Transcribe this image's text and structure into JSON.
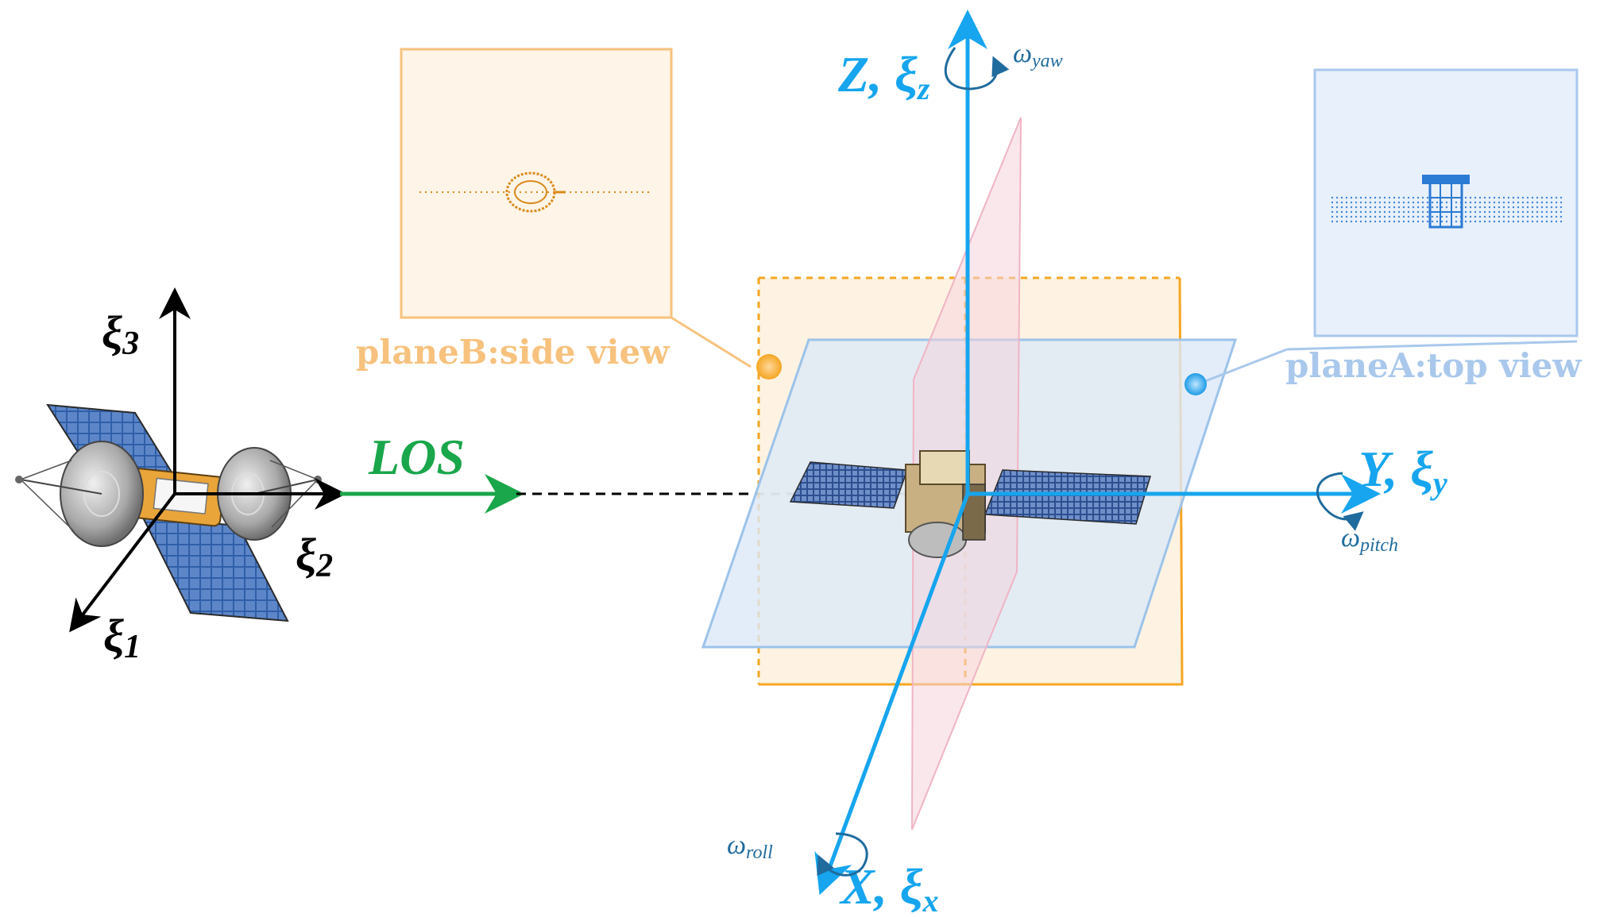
{
  "colors": {
    "axis_blue": "#16a5ee",
    "omega_blue": "#1f6b9e",
    "los_green": "#1aa64a",
    "plane_orange_stroke": "#f5a623",
    "plane_orange_fill": "#fdefd8",
    "plane_blue_stroke": "#9cc3ea",
    "plane_blue_fill": "#dce9f8",
    "plane_pink_fill": "#f4d3dd",
    "view_orange_stroke": "#f7c27e",
    "view_orange_fill": "#fef4e7",
    "view_blue_stroke": "#a9c8ec",
    "view_blue_fill": "#e8f0fb",
    "black": "#000000"
  },
  "left_frame": {
    "xi3": {
      "base": "ξ",
      "sub": "3"
    },
    "xi2": {
      "base": "ξ",
      "sub": "2"
    },
    "xi1": {
      "base": "ξ",
      "sub": "1"
    },
    "los_label": "LOS"
  },
  "main_frame": {
    "z_axis": {
      "name": "Z,",
      "xi": "ξ",
      "sub": "z"
    },
    "y_axis": {
      "name": "Y,",
      "xi": "ξ",
      "sub": "y"
    },
    "x_axis": {
      "name": "X,",
      "xi": "ξ",
      "sub": "x"
    },
    "omega_yaw": {
      "symbol": "ω",
      "sub": "yaw"
    },
    "omega_pitch": {
      "symbol": "ω",
      "sub": "pitch"
    },
    "omega_roll": {
      "symbol": "ω",
      "sub": "roll"
    }
  },
  "views": {
    "plane_b_label": "planeB:side view",
    "plane_a_label": "planeA:top view"
  }
}
